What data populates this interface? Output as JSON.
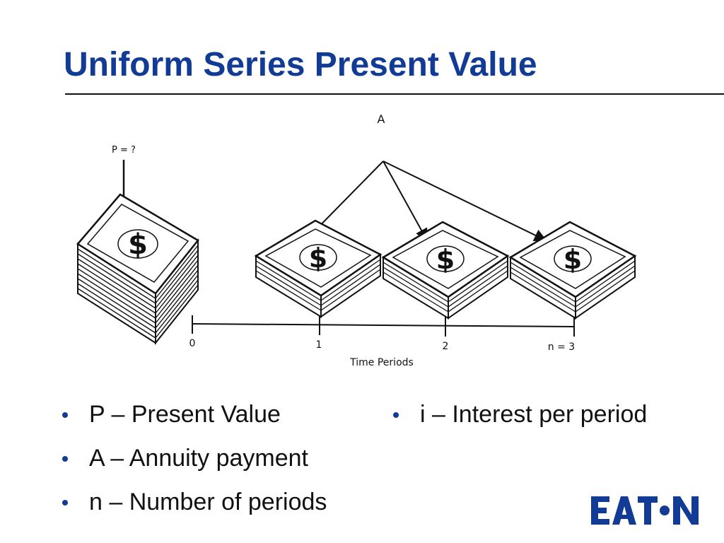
{
  "slide": {
    "title": "Uniform Series Present Value"
  },
  "diagram": {
    "annuity_label": "A",
    "present_label": "P = ?",
    "axis_title": "Time Periods",
    "tick_labels": [
      "0",
      "1",
      "2",
      "n = 3"
    ],
    "currency_symbol": "$"
  },
  "bullets_left": [
    "P – Present Value",
    "A – Annuity payment",
    "n – Number of periods"
  ],
  "bullets_right": [
    "i – Interest per period"
  ],
  "logo": {
    "text": "EATON"
  },
  "colors": {
    "title": "#123b96",
    "bullet": "#123b96",
    "logo": "#123b96",
    "ink": "#111111"
  }
}
